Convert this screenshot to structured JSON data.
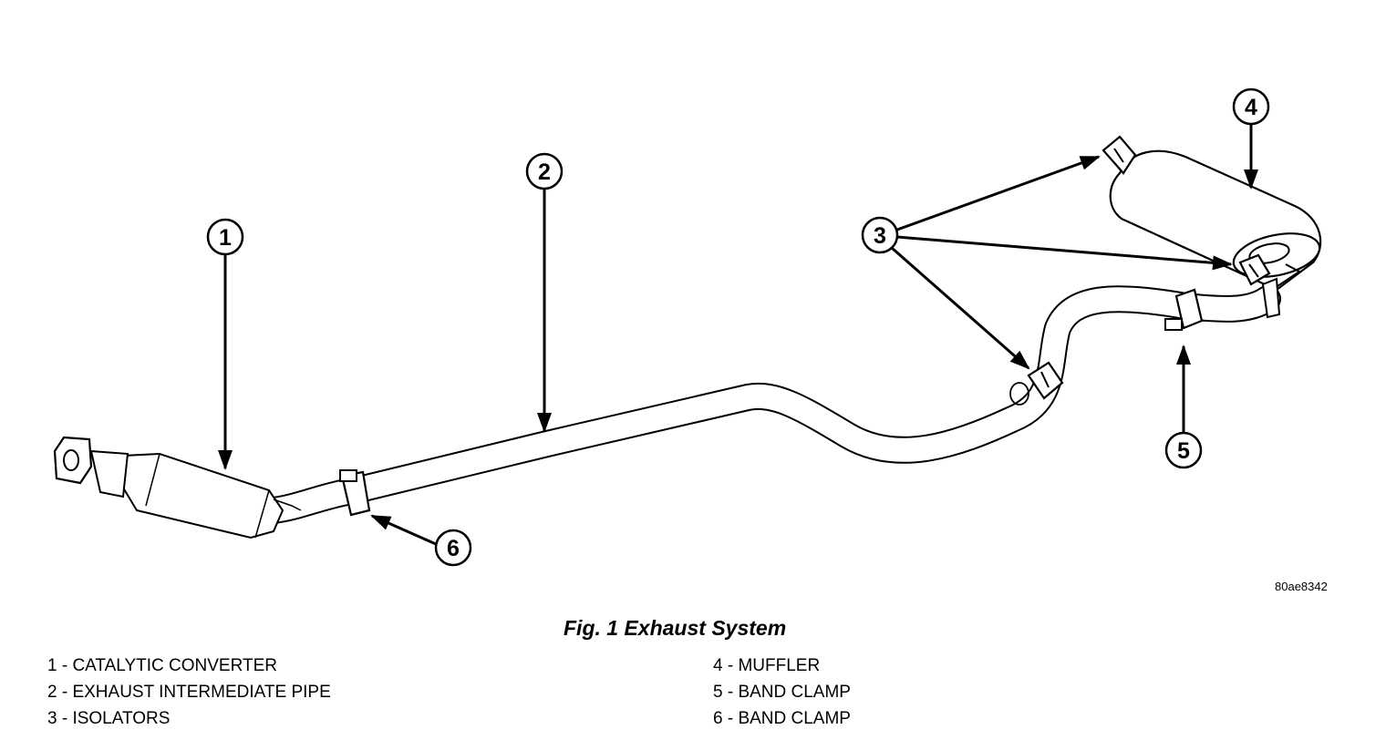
{
  "figure": {
    "caption": "Fig. 1 Exhaust System",
    "image_id": "80ae8342"
  },
  "callouts": [
    "1",
    "2",
    "3",
    "4",
    "5",
    "6"
  ],
  "legend": {
    "left": [
      "1 - CATALYTIC CONVERTER",
      "2 - EXHAUST INTERMEDIATE PIPE",
      "3 - ISOLATORS"
    ],
    "right": [
      "4 - MUFFLER",
      "5 - BAND CLAMP",
      "6 - BAND CLAMP"
    ]
  }
}
